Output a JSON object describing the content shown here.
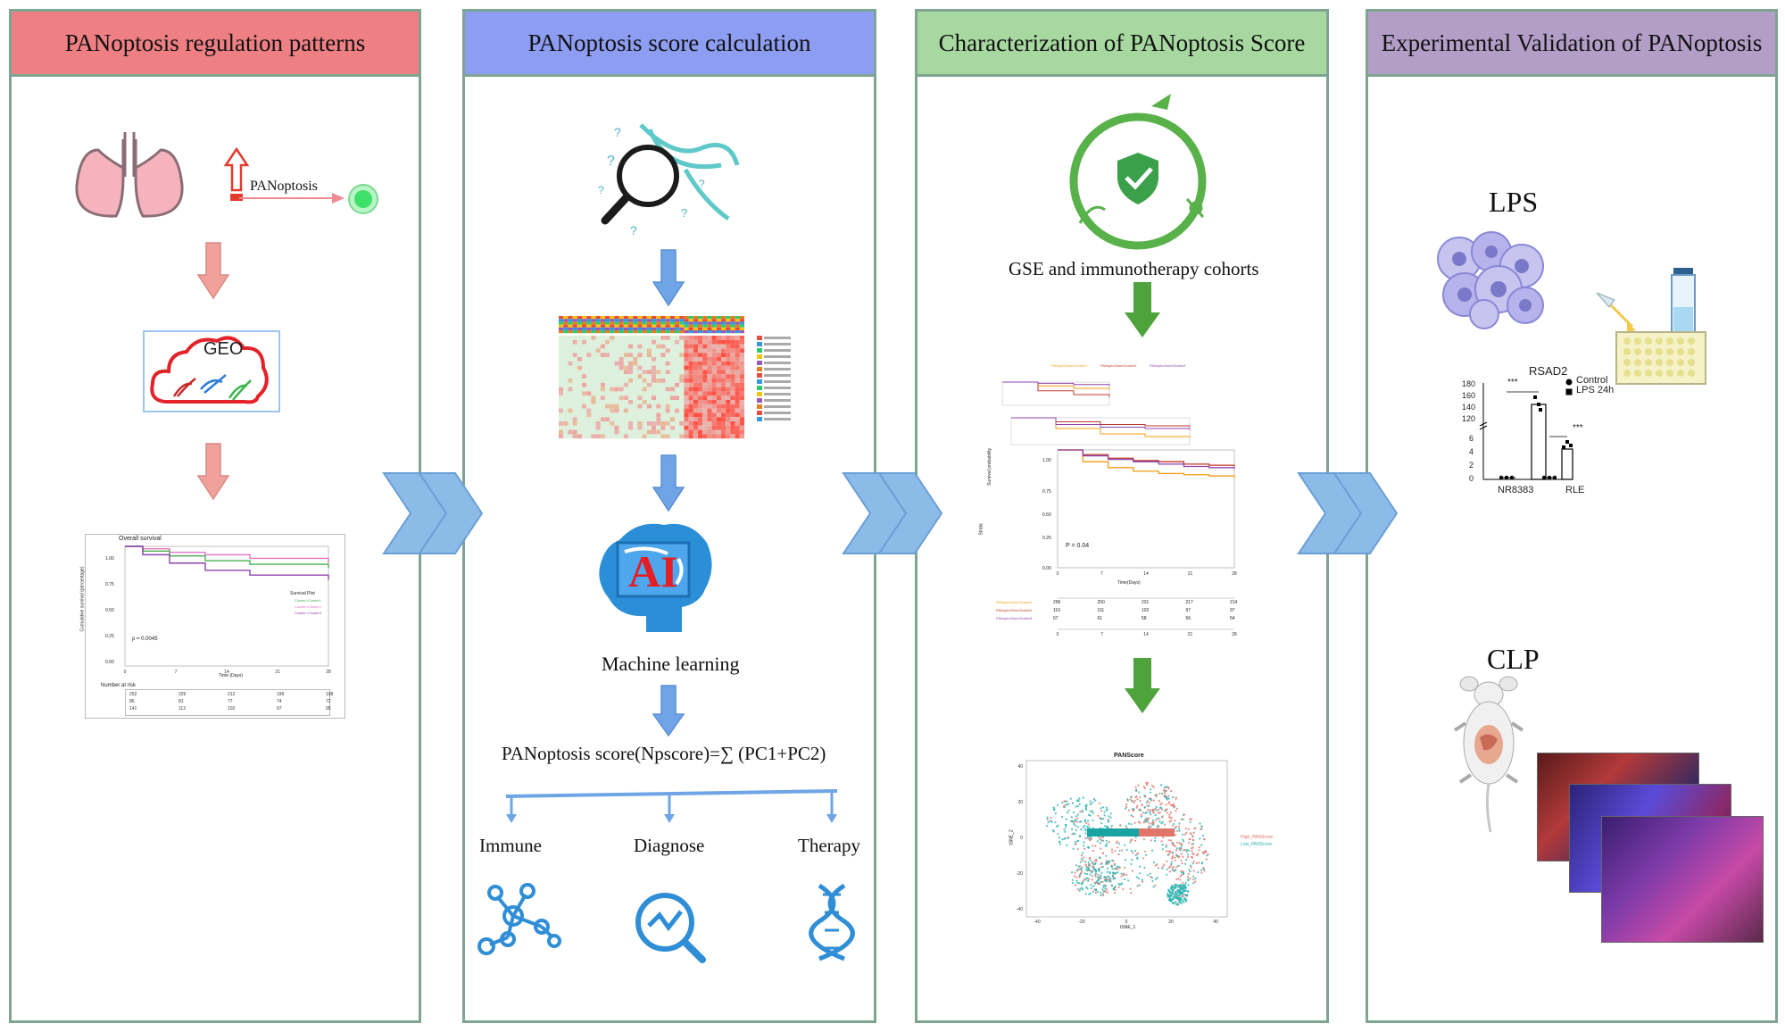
{
  "panels": [
    {
      "title": "PANoptosis regulation patterns",
      "color": "#ee7f83"
    },
    {
      "title": "PANoptosis score calculation",
      "color": "#8d9df2"
    },
    {
      "title": "Characterization of PANoptosis Score",
      "color": "#a7d8a0"
    },
    {
      "title": "Experimental Validation of PANoptosis",
      "color": "#b39ec8"
    }
  ],
  "p1": {
    "panoptosis_label": "PANoptosis",
    "geo_label": "GEO",
    "km": {
      "title": "Overall survival",
      "ylabel": "Cumulative survival (percentage)",
      "xlabel": "Time (Days)",
      "legend_title": "Survival Plot",
      "legend": [
        "Cluster=Cluster1",
        "Cluster=Cluster2",
        "Cluster=Cluster3"
      ],
      "pvalue": "p = 0.0045",
      "yticks": [
        "1.00",
        "0.75",
        "0.50",
        "0.25",
        "0.00"
      ],
      "xticks": [
        "0",
        "7",
        "14",
        "21",
        "28"
      ],
      "risk_title": "Number at risk",
      "risk_rows": [
        [
          "252",
          "229",
          "212",
          "199",
          "198"
        ],
        [
          "86",
          "81",
          "77",
          "74",
          "72"
        ],
        [
          "141",
          "112",
          "102",
          "97",
          "95"
        ]
      ]
    }
  },
  "p2": {
    "ml_label": "Machine learning",
    "ai_label": "AI",
    "formula": "PANoptosis score(Npscore)=∑ (PC1+PC2)",
    "branches": [
      "Immune",
      "Diagnose",
      "Therapy"
    ]
  },
  "p3": {
    "cohorts_label": "GSE and immunotherapy cohorts",
    "km": {
      "legend": [
        "PANoptoGeneCluster1",
        "PANoptoGeneCluster2",
        "PANoptoGeneCluster3"
      ],
      "strata_label": "Strata",
      "ylabel": "Survival probability",
      "xlabel": "Time(Days)",
      "pvalue": "P = 0.04",
      "yticks": [
        "1.00",
        "0.75",
        "0.50",
        "0.25",
        "0.00"
      ],
      "xticks": [
        "0",
        "7",
        "14",
        "21",
        "28"
      ],
      "risk_rows": [
        [
          "296",
          "250",
          "231",
          "217",
          "214"
        ],
        [
          "116",
          "111",
          "102",
          "97",
          "97"
        ],
        [
          "67",
          "61",
          "58",
          "56",
          "54"
        ]
      ]
    },
    "tsne": {
      "title": "PANScore",
      "xlabel": "tSNE_1",
      "ylabel": "tSNE_2",
      "legend": [
        "High_PANScore",
        "Low_PANScore"
      ],
      "xticks": [
        "-40",
        "-20",
        "0",
        "20",
        "40"
      ],
      "yticks": [
        "40",
        "20",
        "0",
        "-20",
        "-40"
      ]
    }
  },
  "p4": {
    "lps_label": "LPS",
    "clp_label": "CLP",
    "bar": {
      "title": "RSAD2",
      "yticks": [
        "180",
        "160",
        "140",
        "120",
        "6",
        "4",
        "2",
        "0"
      ],
      "categories": [
        "NR8383",
        "RLE"
      ],
      "legend": [
        "Control",
        "LPS 24h"
      ],
      "significance": [
        "***",
        "***"
      ]
    }
  },
  "colors": {
    "border": "#7fa592",
    "arrow_red": "#f0a19c",
    "arrow_blue": "#6fa4e6",
    "arrow_green": "#4fa33d",
    "icon_blue": "#2f8ed6",
    "accent_green": "#59b14a",
    "chevron": "#8cbbe8"
  }
}
